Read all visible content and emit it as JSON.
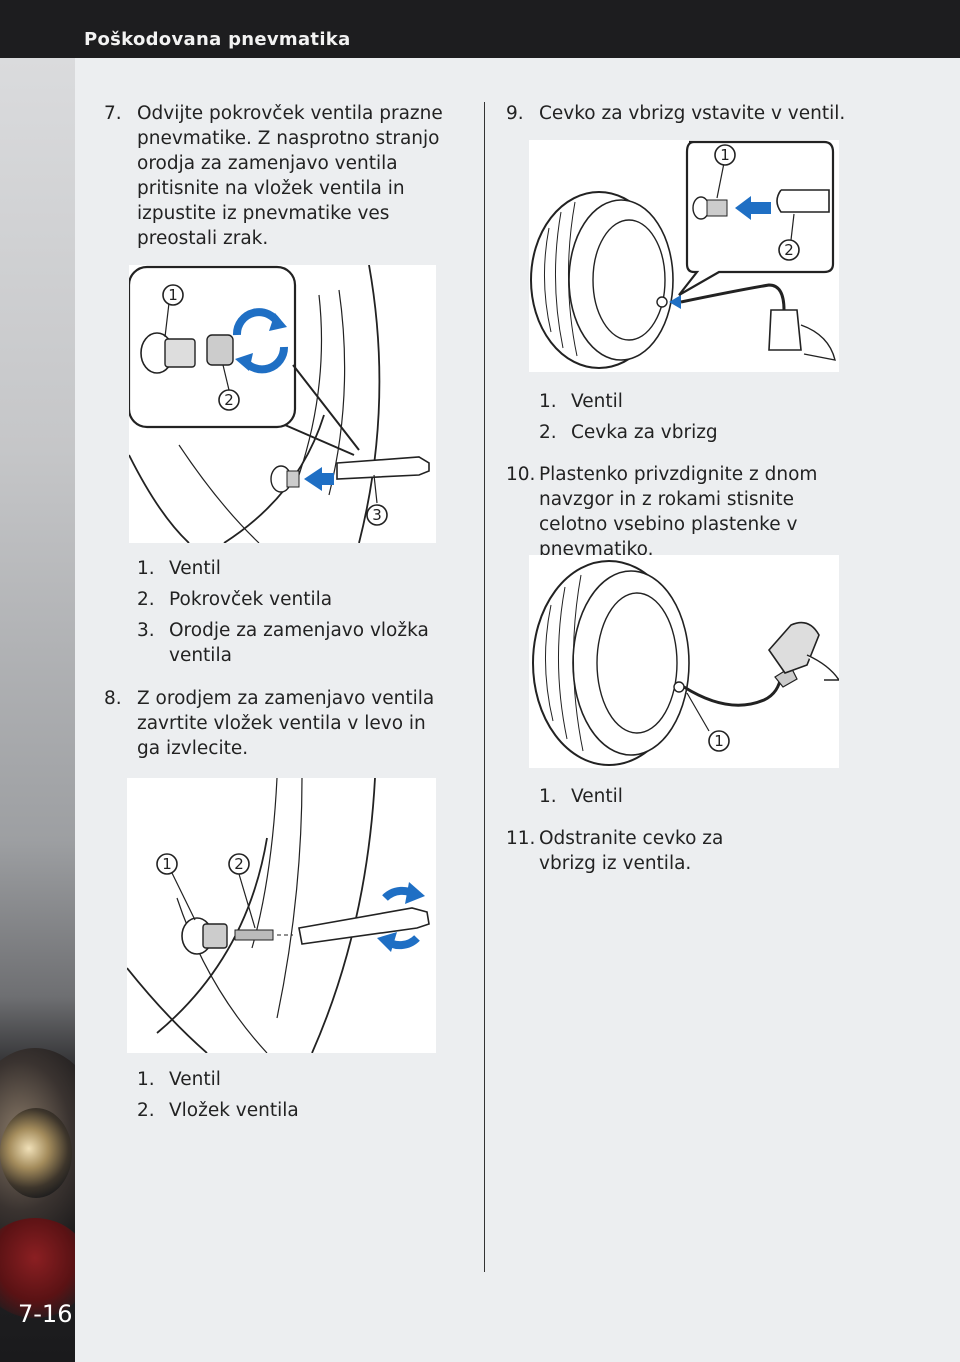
{
  "header": {
    "title": "Poškodovana pnevmatika"
  },
  "page_number": "7-16",
  "left_column": {
    "step7": {
      "num": "7.",
      "text": "Odvijte pokrovček ventila prazne pnevmatike. Z nasprotno stranjo orodja za zamenjavo ventila pritisnite na vložek ventila in izpustite iz pnevmatike ves preostali zrak."
    },
    "fig1": {
      "callouts": [
        "1",
        "2",
        "3"
      ],
      "captions": [
        {
          "num": "1.",
          "text": "Ventil"
        },
        {
          "num": "2.",
          "text": "Pokrovček ventila"
        },
        {
          "num": "3.",
          "text": "Orodje za zamenjavo vložka ventila"
        }
      ]
    },
    "step8": {
      "num": "8.",
      "text": "Z orodjem za zamenjavo ventila zavrtite vložek ventila v levo in ga izvlecite."
    },
    "fig2": {
      "callouts": [
        "1",
        "2"
      ],
      "captions": [
        {
          "num": "1.",
          "text": "Ventil"
        },
        {
          "num": "2.",
          "text": "Vložek ventila"
        }
      ]
    }
  },
  "right_column": {
    "step9": {
      "num": "9.",
      "text": "Cevko za vbrizg vstavite v ventil."
    },
    "fig3": {
      "callouts": [
        "1",
        "2"
      ],
      "captions": [
        {
          "num": "1.",
          "text": "Ventil"
        },
        {
          "num": "2.",
          "text": "Cevka za vbrizg"
        }
      ]
    },
    "step10": {
      "num": "10.",
      "text": "Plastenko privzdignite z dnom navzgor in z rokami stisnite celotno vsebino plastenke v pnevmatiko."
    },
    "fig4": {
      "callouts": [
        "1"
      ],
      "captions": [
        {
          "num": "1.",
          "text": "Ventil"
        }
      ]
    },
    "step11": {
      "num": "11.",
      "text": "Odstranite cevko za vbrizg iz ventila."
    }
  },
  "colors": {
    "header_bg": "#1d1d1f",
    "page_bg": "#eceef0",
    "arrow_blue": "#1f6fc4"
  }
}
